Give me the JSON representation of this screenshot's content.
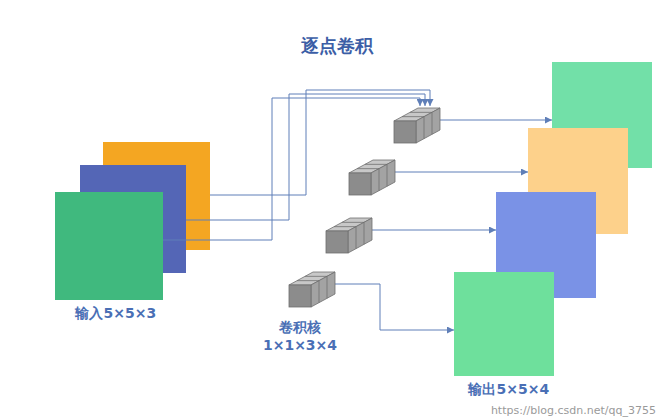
{
  "diagram": {
    "title": "逐点卷积",
    "nodes": [
      {
        "text": [
          "输入5×5×3"
        ]
      },
      {
        "text": [
          "卷积核 1×1×3×4"
        ]
      },
      {
        "text": [
          "输出5×5×4"
        ]
      }
    ],
    "edges": [
      {
        "from": 0,
        "to": 1,
        "arrow": "to"
      },
      {
        "from": 1,
        "to": 2,
        "arrow": "to"
      }
    ],
    "labels": [
      "https://blog.csdn.net/qq_3755"
    ]
  }
}
